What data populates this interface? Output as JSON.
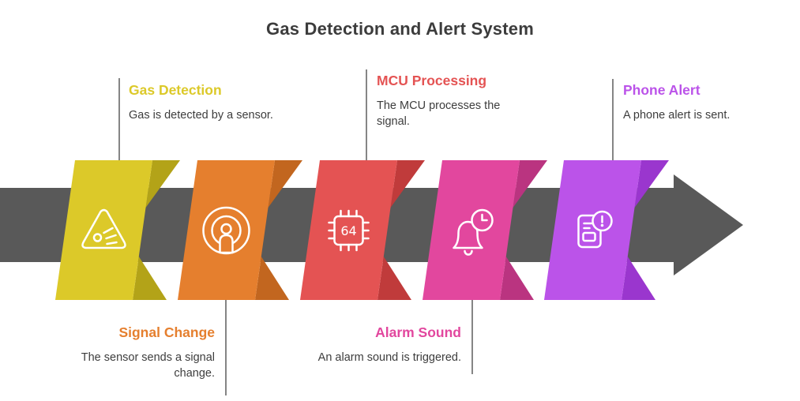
{
  "title": "Gas Detection and Alert System",
  "colors": {
    "arrow": "#595959",
    "text": "#3d3d3d",
    "connector": "#858585",
    "background": "#ffffff"
  },
  "steps": [
    {
      "label": "Gas Detection",
      "description": "Gas is detected by a sensor.",
      "color": "#dcc929",
      "fold_color": "#b3a318",
      "icon": "warning-triangle-icon",
      "label_position": "top"
    },
    {
      "label": "Signal Change",
      "description": "The sensor sends a signal change.",
      "color": "#e57f2e",
      "fold_color": "#c2661f",
      "icon": "broadcast-signal-icon",
      "label_position": "bottom"
    },
    {
      "label": "MCU Processing",
      "description": "The MCU processes the signal.",
      "color": "#e45353",
      "fold_color": "#c03b3b",
      "icon": "mcu-chip-icon",
      "icon_text": "64",
      "label_position": "top"
    },
    {
      "label": "Alarm Sound",
      "description": "An alarm sound is triggered.",
      "color": "#e2479e",
      "fold_color": "#ba3480",
      "icon": "alarm-bell-clock-icon",
      "label_position": "bottom"
    },
    {
      "label": "Phone Alert",
      "description": "A phone alert is sent.",
      "color": "#bb53e9",
      "fold_color": "#9a36ce",
      "icon": "phone-alert-icon",
      "label_position": "top"
    }
  ]
}
